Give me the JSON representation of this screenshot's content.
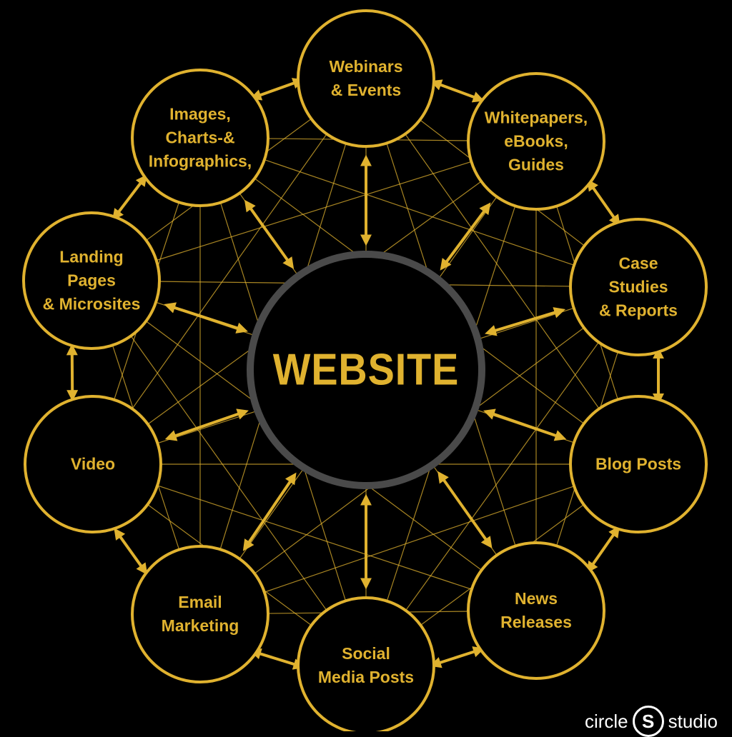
{
  "colors": {
    "accent": "#e0b22f",
    "background": "#000000",
    "center_ring": "#4a4a4a",
    "brand": "#ffffff"
  },
  "center": {
    "label": "WEBSITE"
  },
  "nodes": [
    {
      "label": "Webinars\n& Events"
    },
    {
      "label": "Whitepapers,\neBooks,\nGuides"
    },
    {
      "label": "Case Studies\n& Reports"
    },
    {
      "label": "Blog Posts"
    },
    {
      "label": "News\nReleases"
    },
    {
      "label": "Social\nMedia Posts"
    },
    {
      "label": "Email\nMarketing"
    },
    {
      "label": "Video"
    },
    {
      "label": "Landing\nPages\n& Microsites"
    },
    {
      "label": "Images,\nCharts-&\nInfographics,"
    }
  ],
  "brand": {
    "word1": "circle",
    "logo_letter": "S",
    "word2": "studio"
  }
}
